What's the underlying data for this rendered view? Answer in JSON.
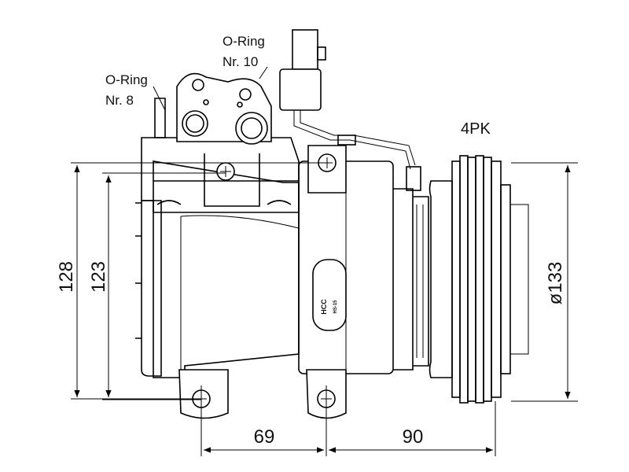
{
  "labels": {
    "oring_8_line1": "O-Ring",
    "oring_8_line2": "Nr. 8",
    "oring_10_line1": "O-Ring",
    "oring_10_line2": "Nr. 10",
    "pulley_type": "4PK",
    "brand_logo": "HCC",
    "model_code": "HS-15"
  },
  "dimensions": {
    "height_total": "128",
    "height_mount": "123",
    "width_mount": "69",
    "width_pulley": "90",
    "pulley_diameter": "ø133"
  }
}
